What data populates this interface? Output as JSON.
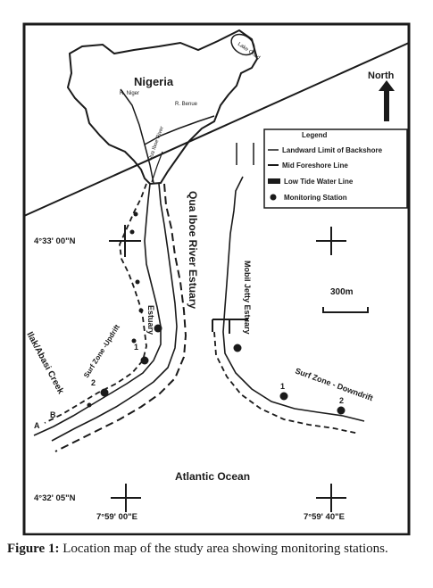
{
  "map": {
    "country": "Nigeria",
    "lake": "Lake Chad",
    "rivers": {
      "niger": "R. Niger",
      "benue": "R. Benue",
      "qua_iboe_small": "Qua Iboe River"
    },
    "north": "North",
    "legend": {
      "title": "Legend",
      "items": [
        {
          "key": "backshore",
          "label": "Landward Limit of Backshore",
          "symbol": "thin-line"
        },
        {
          "key": "foreshore",
          "label": "Mid  Foreshore Line",
          "symbol": "line"
        },
        {
          "key": "lowtide",
          "label": "Low Tide Water Line",
          "symbol": "thick-bar"
        },
        {
          "key": "station",
          "label": "Monitoring Station",
          "symbol": "dot"
        }
      ]
    },
    "scale_bar": "300m",
    "labels": {
      "estuary_main": "Qua Iboe River Estuary",
      "estuary_small": "Estuary",
      "mobil_jetty": "Mobil Jetty Estuary",
      "creek": "Ilak/Abasi Creek",
      "surf_updrift": "Surf Zone -Updrift",
      "surf_downdrift": "Surf Zone - Downdrift",
      "ocean": "Atlantic Ocean"
    },
    "station_labels": {
      "updrift_1": "1",
      "updrift_2": "2",
      "downdrift_1": "1",
      "downdrift_2": "2"
    },
    "line_labels": {
      "a": "A",
      "b": "B"
    },
    "coordinates": {
      "lat_north": "4°33' 00\"N",
      "lat_south": "4°32' 05\"N",
      "lon_west": "7°59' 00\"E",
      "lon_east": "7°59' 40\"E"
    }
  },
  "caption": {
    "label": "Figure 1:",
    "text": " Location map of the study area showing monitoring stations."
  },
  "colors": {
    "ink": "#1a1a1a",
    "paper": "#ffffff"
  }
}
